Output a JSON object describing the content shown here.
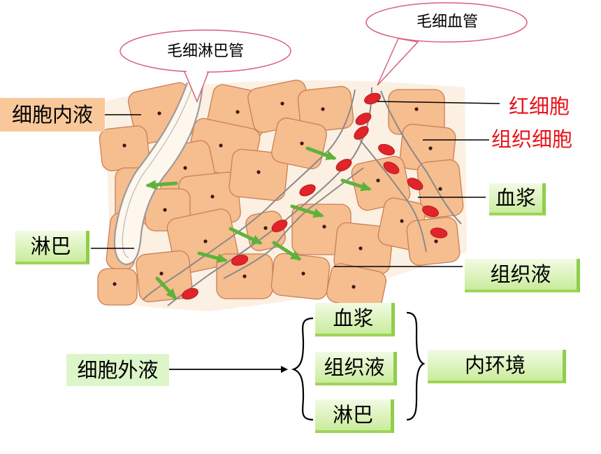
{
  "labels": {
    "lymph_vessel": "毛细淋巴管",
    "capillary": "毛细血管",
    "intracellular_fluid": "细胞内液",
    "red_blood_cell": "红细胞",
    "tissue_cell": "组织细胞",
    "plasma": "血浆",
    "lymph": "淋巴",
    "tissue_fluid": "组织液",
    "extracellular_fluid": "细胞外液",
    "internal_environment": "内环境"
  },
  "bracket_items": [
    "血浆",
    "组织液",
    "淋巴"
  ],
  "colors": {
    "cell_fill": "#f6bd8f",
    "cell_stroke": "#c97f55",
    "nucleus": "#3a1c10",
    "rbc": "#e0242a",
    "arrow": "#5db33a",
    "label_green": "#c9ec9c",
    "label_peach": "#f9c89a",
    "text_red": "#e8131b"
  }
}
